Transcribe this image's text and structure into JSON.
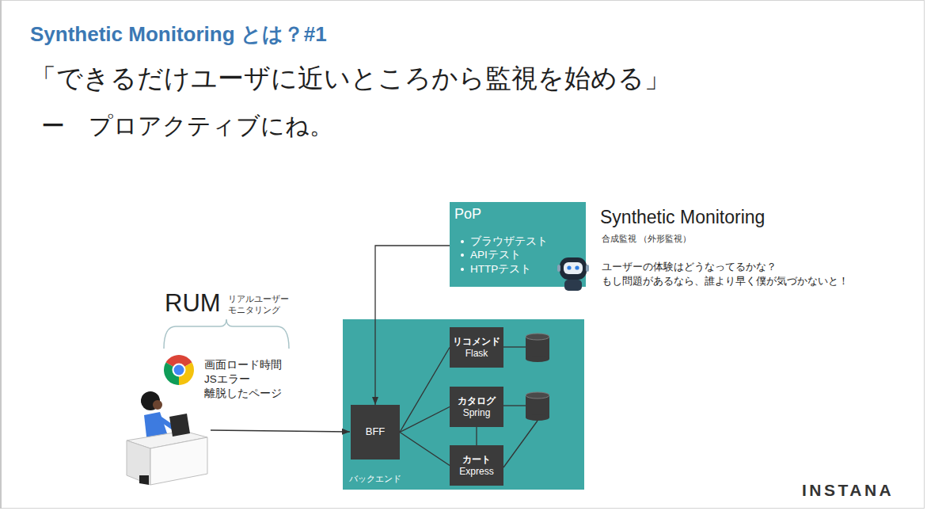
{
  "diagram": {
    "title": "Synthetic Monitoring とは？#1",
    "nodes": [
      {
        "text": [
          "PoP",
          "ブラウザテスト",
          "APIテスト",
          "HTTPテスト"
        ]
      },
      {
        "text": [
          "バックエンド"
        ]
      },
      {
        "text": [
          "BFF"
        ],
        "in": 1
      },
      {
        "text": [
          "リコメンド",
          "Flask"
        ],
        "in": 1
      },
      {
        "text": [
          "カタログ",
          "Spring"
        ],
        "in": 1
      },
      {
        "text": [
          "カート",
          "Express"
        ],
        "in": 1
      }
    ],
    "edges": [
      {
        "from": 0,
        "to": 2,
        "arrow": "to"
      },
      {
        "from": 2,
        "to": 3,
        "arrow": "none"
      },
      {
        "from": 2,
        "to": 4,
        "arrow": "none"
      },
      {
        "from": 2,
        "to": 5,
        "arrow": "none"
      },
      {
        "from": 4,
        "to": 5,
        "arrow": "none"
      }
    ],
    "labels": [
      "「できるだけユーザに近いところから監視を始める」",
      "ー　プロアクティブにね。",
      "Synthetic Monitoring",
      "合成監視 （外形監視）",
      "ユーザーの体験はどうなってるかな？",
      "もし問題があるなら、誰より早く僕が気づかないと！",
      "RUM",
      "リアルユーザー",
      "モニタリング",
      "画面ロード時間",
      "JSエラー",
      "離脱したページ",
      "INSTANA"
    ]
  }
}
